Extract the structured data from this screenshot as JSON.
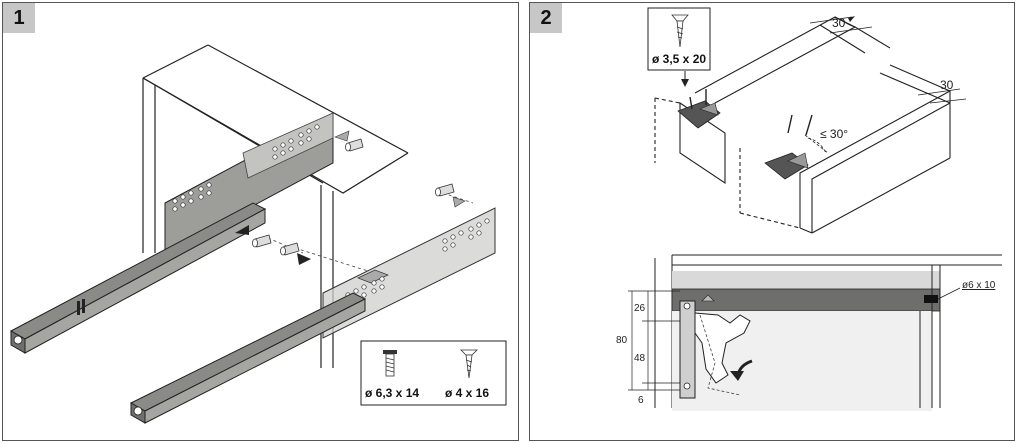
{
  "panel1": {
    "step_number": "1",
    "screw_a_label": "ø 6,3 x 14",
    "screw_b_label": "ø 4 x 16"
  },
  "panel2": {
    "step_number": "2",
    "screw_label": "ø 3,5 x 20",
    "dim_top_1": "30",
    "dim_top_2": "30",
    "angle_label": "≤ 30°",
    "hole_label": "ø6 x 10",
    "dim_26": "26",
    "dim_48": "48",
    "dim_80": "80",
    "dim_6": "6"
  },
  "colors": {
    "outline": "#222222",
    "rail": "#8a8a86",
    "panel_grey": "#c9c9c9",
    "badge": "#c7c7c7"
  }
}
